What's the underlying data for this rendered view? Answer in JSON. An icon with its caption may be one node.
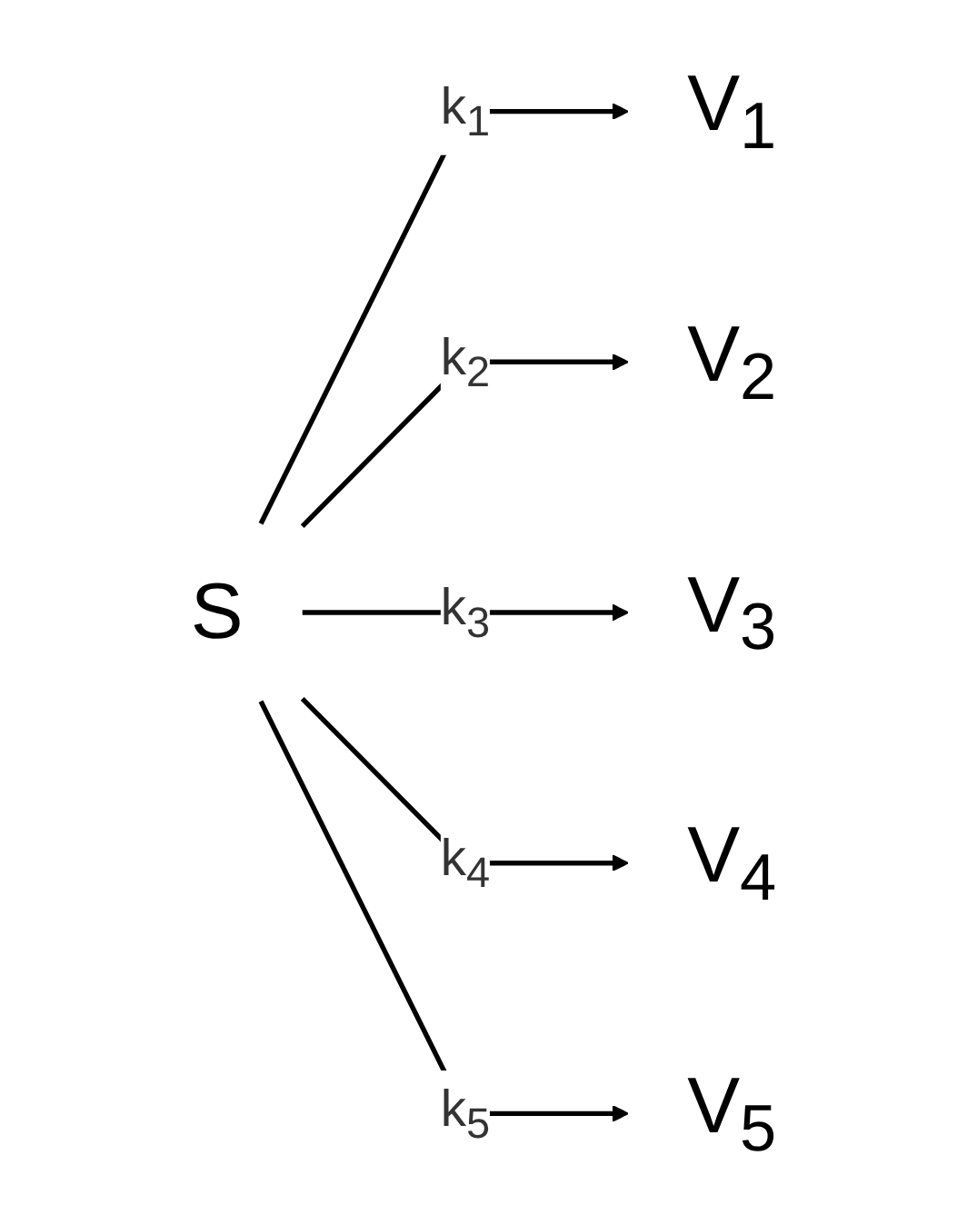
{
  "diagram": {
    "nodes": [
      {
        "text": [
          "S"
        ]
      },
      {
        "text": [
          "V$_{1}$"
        ]
      },
      {
        "text": [
          "V$_{2}$"
        ]
      },
      {
        "text": [
          "V$_{3}$"
        ]
      },
      {
        "text": [
          "V$_{4}$"
        ]
      },
      {
        "text": [
          "V$_{5}$"
        ]
      }
    ],
    "edges": [
      {
        "from": 0,
        "to": 1,
        "arrow": "to",
        "label": "k$_{1}$"
      },
      {
        "from": 0,
        "to": 2,
        "arrow": "to",
        "label": "k$_{2}$"
      },
      {
        "from": 0,
        "to": 3,
        "arrow": "to",
        "label": "k$_{3}$"
      },
      {
        "from": 0,
        "to": 4,
        "arrow": "to",
        "label": "k$_{4}$"
      },
      {
        "from": 0,
        "to": 5,
        "arrow": "to",
        "label": "k$_{5}$"
      }
    ]
  }
}
